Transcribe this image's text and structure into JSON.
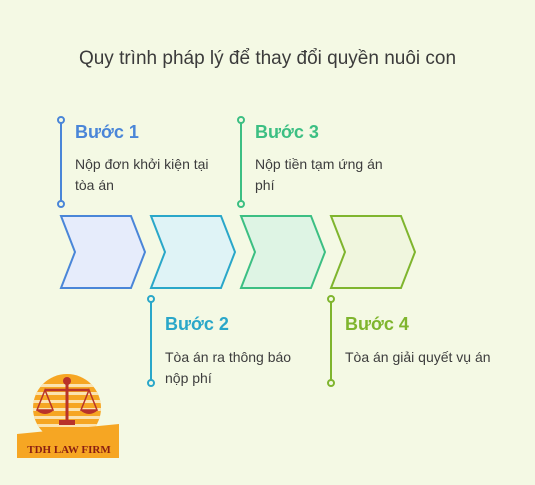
{
  "title": "Quy trình pháp lý để thay đổi quyền nuôi con",
  "steps": [
    {
      "label": "Bước 1",
      "desc": "Nộp đơn khởi kiện tại tòa án",
      "color": "#4a86d8"
    },
    {
      "label": "Bước 2",
      "desc": "Tòa án ra thông báo nộp phí",
      "color": "#2aa7c9"
    },
    {
      "label": "Bước 3",
      "desc": "Nộp tiền tạm ứng án phí",
      "color": "#3cbf83"
    },
    {
      "label": "Bước 4",
      "desc": "Tòa án giải quyết vụ án",
      "color": "#7fb52e"
    }
  ],
  "logo": {
    "text": "TDH LAW FIRM"
  }
}
